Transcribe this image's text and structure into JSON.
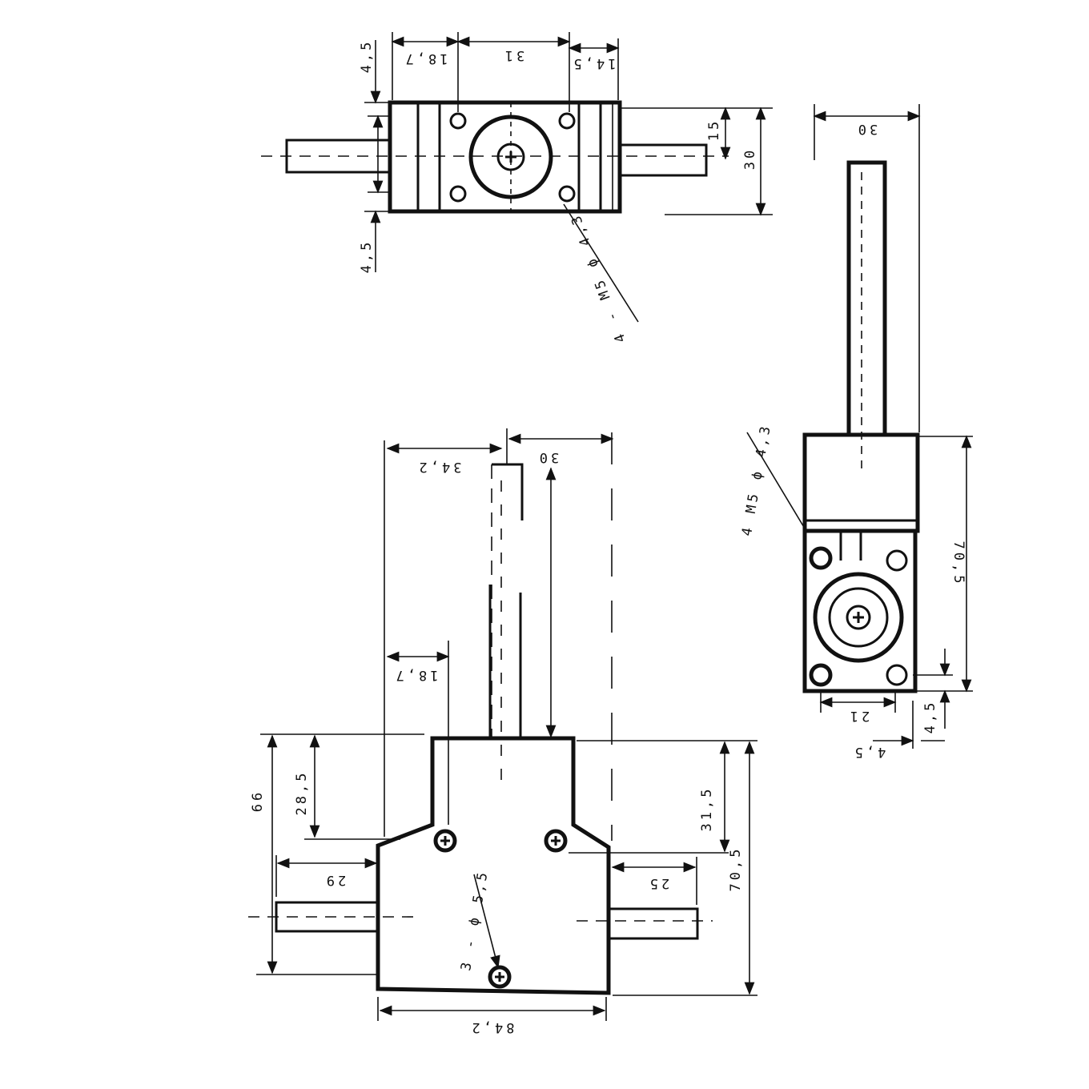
{
  "views": {
    "top": {
      "dims": [
        "4,5",
        "18,7",
        "31",
        "14,5",
        "15",
        "30",
        "4,5"
      ],
      "callout": "4 - M5 ϕ 4,3"
    },
    "side": {
      "dims": [
        "30",
        "70,5",
        "21",
        "4,5",
        "4,5"
      ],
      "callout": "4 M5 ϕ 4,3"
    },
    "front": {
      "dims": [
        "34,2",
        "30",
        "18,7",
        "66",
        "28,5",
        "31,5",
        "70,5",
        "29",
        "25",
        "84,2"
      ],
      "callout": "3 - ϕ 5,5"
    }
  }
}
